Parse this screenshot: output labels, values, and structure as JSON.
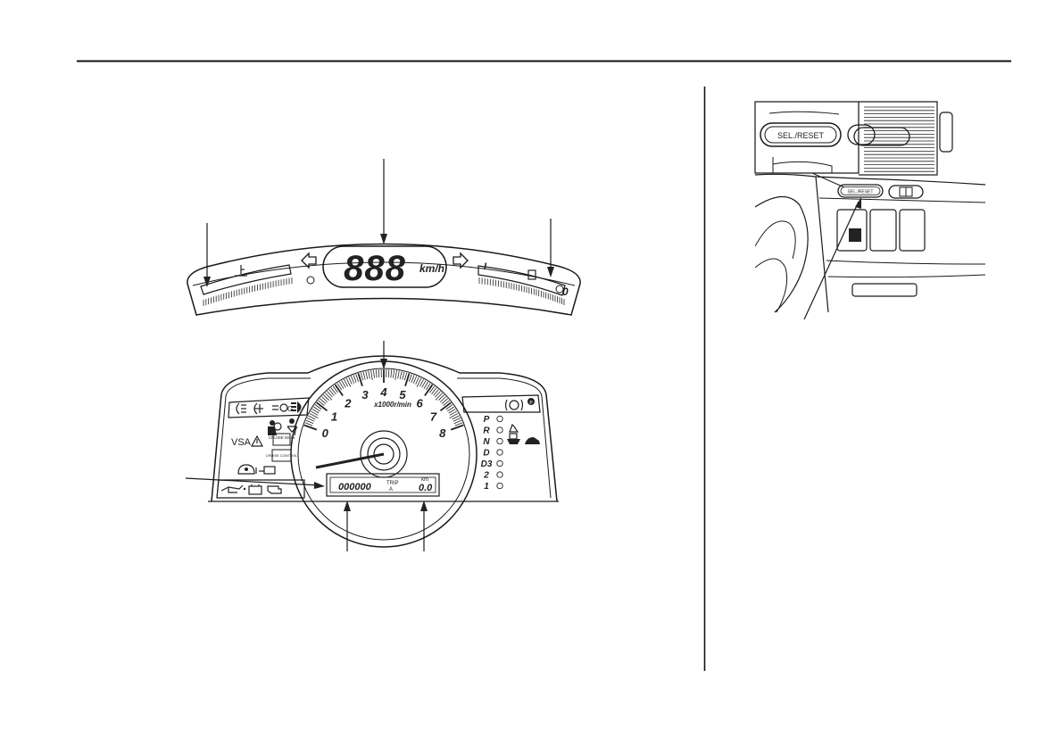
{
  "upper_meter": {
    "speed_digits": "888",
    "speed_unit": "km/h",
    "fuel_empty_mark": "0",
    "fuel_full_mark": "I"
  },
  "tachometer": {
    "scale_numbers": [
      "0",
      "1",
      "2",
      "3",
      "4",
      "5",
      "6",
      "7",
      "8"
    ],
    "unit_label": "x1000r/min"
  },
  "odometer_display": {
    "odometer_digits": "000000",
    "trip_label": "TRIP",
    "trip_mode": "A",
    "trip_digits": "0.0",
    "trip_unit": "km"
  },
  "indicators": {
    "vsa_label": "VSA",
    "cruise_main_label": "CRUISE MAIN",
    "cruise_control_label": "CRUISE CONTROL"
  },
  "shift_indicator": {
    "positions": [
      "P",
      "R",
      "N",
      "D",
      "D3",
      "2",
      "1"
    ]
  },
  "control_panel": {
    "button_label": "SEL./RESET"
  },
  "colors": {
    "line": "#1a1a1a",
    "panel_fill": "#ffffff"
  },
  "icons": [
    "arrow-left-icon",
    "arrow-right-icon",
    "temperature-icon",
    "fuel-pump-icon",
    "headlight-icon",
    "fog-light-icon",
    "high-beam-icon",
    "seat-belt-icon",
    "airbag-icon",
    "warning-triangle-icon",
    "oil-pressure-icon",
    "battery-icon",
    "engine-icon",
    "brake-icon",
    "immobilizer-icon",
    "door-open-icon",
    "low-fuel-icon"
  ]
}
